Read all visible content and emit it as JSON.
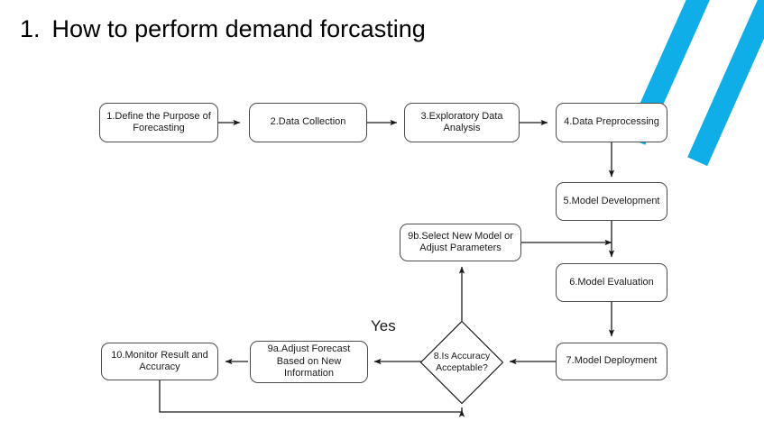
{
  "slide": {
    "title_number": "1.",
    "title_text": "How to perform demand forcasting",
    "background_color": "#ffffff",
    "accent_color": "#0FAEE8"
  },
  "decor": {
    "stripe_1": "blue-diagonal-stripe",
    "stripe_2": "blue-diagonal-stripe"
  },
  "flowchart": {
    "type": "process-flow-diagram",
    "nodes": [
      {
        "id": "n1",
        "shape": "rounded-rect",
        "label": "1.Define the Purpose of Forecasting"
      },
      {
        "id": "n2",
        "shape": "rounded-rect",
        "label": "2.Data Collection"
      },
      {
        "id": "n3",
        "shape": "rounded-rect",
        "label": "3.Exploratory Data Analysis"
      },
      {
        "id": "n4",
        "shape": "rounded-rect",
        "label": "4.Data Preprocessing"
      },
      {
        "id": "n5",
        "shape": "rounded-rect",
        "label": "5.Model Development"
      },
      {
        "id": "n6",
        "shape": "rounded-rect",
        "label": "6.Model Evaluation"
      },
      {
        "id": "n7",
        "shape": "rounded-rect",
        "label": "7.Model Deployment"
      },
      {
        "id": "n8",
        "shape": "diamond",
        "label": "8.Is Accuracy Acceptable?"
      },
      {
        "id": "n9a",
        "shape": "rounded-rect",
        "label": "9a.Adjust Forecast Based on New Information"
      },
      {
        "id": "n9b",
        "shape": "rounded-rect",
        "label": "9b.Select New Model or Adjust Parameters"
      },
      {
        "id": "n10",
        "shape": "rounded-rect",
        "label": "10.Monitor Result and Accuracy"
      }
    ],
    "edge_labels": [
      {
        "id": "yes",
        "label": "Yes"
      }
    ],
    "edges": [
      {
        "from": "n1",
        "to": "n2"
      },
      {
        "from": "n2",
        "to": "n3"
      },
      {
        "from": "n3",
        "to": "n4"
      },
      {
        "from": "n4",
        "to": "n5"
      },
      {
        "from": "n5",
        "to": "n6"
      },
      {
        "from": "n6",
        "to": "n7"
      },
      {
        "from": "n7",
        "to": "n8"
      },
      {
        "from": "n8",
        "to": "n9a",
        "label": "Yes"
      },
      {
        "from": "n8",
        "to": "n9b"
      },
      {
        "from": "n9b",
        "to": "n6"
      },
      {
        "from": "n9a",
        "to": "n10"
      },
      {
        "from": "n10",
        "to": "n8"
      }
    ]
  }
}
